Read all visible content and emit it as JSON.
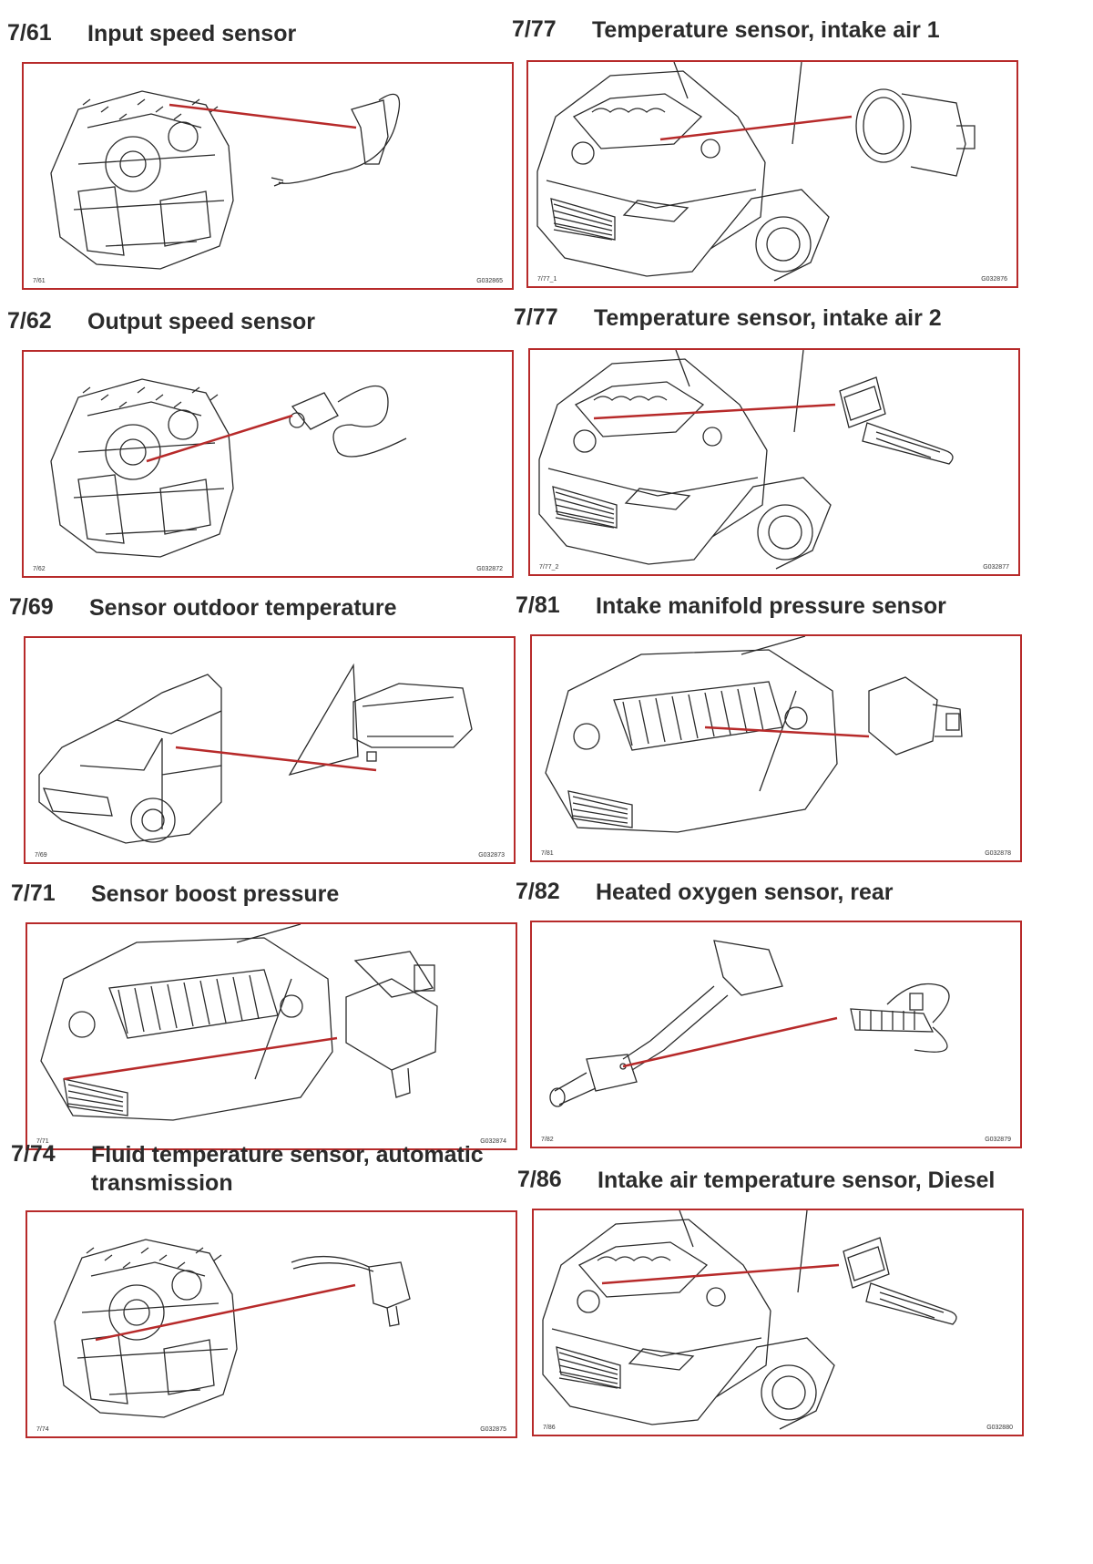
{
  "entries": [
    {
      "code": "7/61",
      "title": "Input speed sensor",
      "ref": "7/61",
      "gcode": "G032865",
      "scene": "transmission",
      "part": "speed-sensor-a"
    },
    {
      "code": "7/77",
      "title": "Temperature sensor, intake air 1",
      "ref": "7/77_1",
      "gcode": "G032876",
      "scene": "car-front",
      "part": "maf-sensor"
    },
    {
      "code": "7/62",
      "title": "Output speed sensor",
      "ref": "7/62",
      "gcode": "G032872",
      "scene": "transmission",
      "part": "speed-sensor-b"
    },
    {
      "code": "7/77",
      "title": "Temperature sensor, intake air 2",
      "ref": "7/77_2",
      "gcode": "G032877",
      "scene": "car-front",
      "part": "temp-probe"
    },
    {
      "code": "7/69",
      "title": "Sensor outdoor temperature",
      "ref": "7/69",
      "gcode": "G032873",
      "scene": "car-side",
      "part": "mirror"
    },
    {
      "code": "7/81",
      "title": "Intake manifold pressure sensor",
      "ref": "7/81",
      "gcode": "G032878",
      "scene": "engine-bay",
      "part": "pressure-sensor"
    },
    {
      "code": "7/71",
      "title": "Sensor boost pressure",
      "ref": "7/71",
      "gcode": "G032874",
      "scene": "engine-bay",
      "part": "boost-sensor"
    },
    {
      "code": "7/82",
      "title": "Heated oxygen sensor, rear",
      "ref": "7/82",
      "gcode": "G032879",
      "scene": "exhaust",
      "part": "oxygen-sensor"
    },
    {
      "code": "7/74",
      "title": "Fluid temperature sensor, automatic transmission",
      "ref": "7/74",
      "gcode": "G032875",
      "scene": "transmission",
      "part": "fluid-sensor"
    },
    {
      "code": "7/86",
      "title": "Intake air temperature sensor, Diesel",
      "ref": "7/86",
      "gcode": "G032880",
      "scene": "car-front",
      "part": "temp-probe"
    }
  ],
  "colors": {
    "frame": "#b72a2a",
    "leader": "#b72a2a",
    "ink": "#2b2b2b"
  }
}
